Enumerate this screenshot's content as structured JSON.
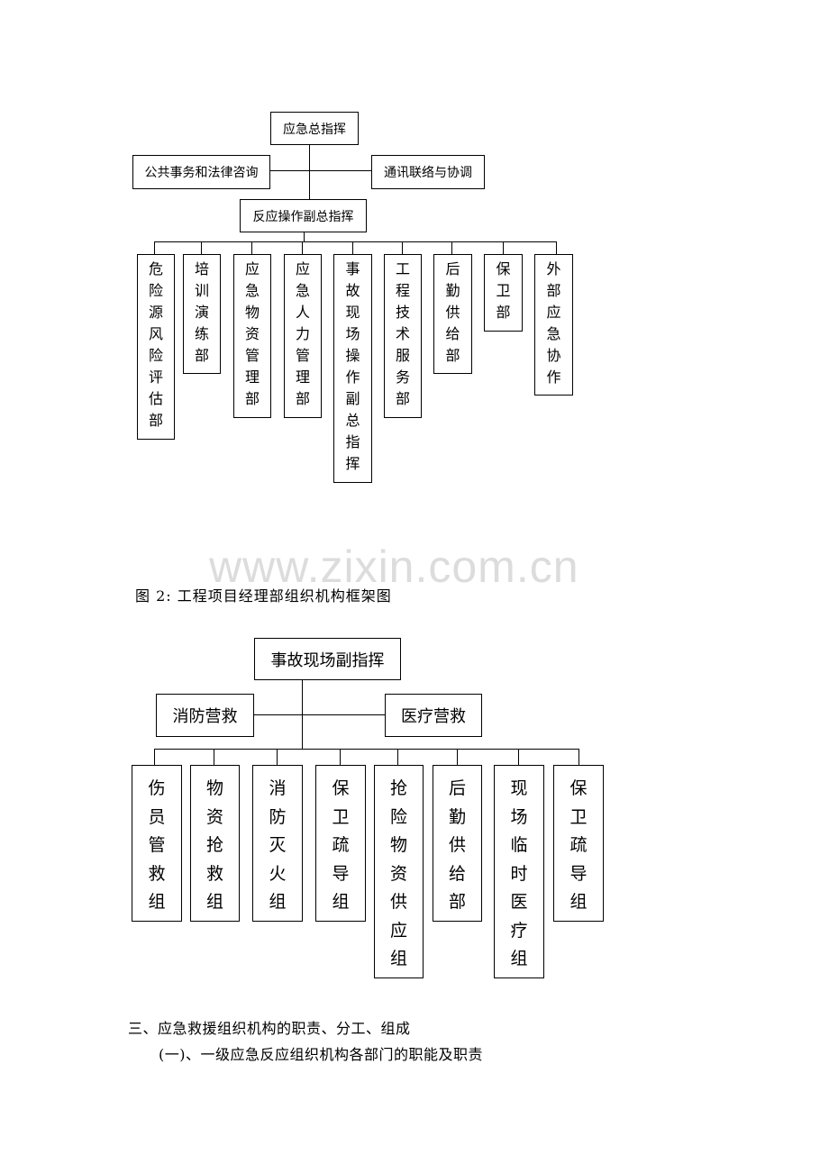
{
  "diagram1": {
    "top": "应急总指挥",
    "left_side": "公共事务和法律咨询",
    "right_side": "通讯联络与协调",
    "middle": "反应操作副总指挥",
    "departments": [
      "危险源风险评估部",
      "培训演练部",
      "应急物资管理部",
      "应急人力管理部",
      "事故现场操作副总指挥",
      "工程技术服务部",
      "后勤供给部",
      "保卫部",
      "外部应急协作"
    ]
  },
  "watermark": "www.zixin.com.cn",
  "caption": "图 2: 工程项目经理部组织机构框架图",
  "diagram2": {
    "top": "事故现场副指挥",
    "left_side": "消防营救",
    "right_side": "医疗营救",
    "groups": [
      "伤员管救组",
      "物资抢救组",
      "消防灭火组",
      "保卫疏导组",
      "抢险物资供应组",
      "后勤供给部",
      "现场临时医疗组",
      "保卫疏导组"
    ]
  },
  "section_heading": "三、应急救援组织机构的职责、分工、组成",
  "subsection_heading": "(一)、一级应急反应组织机构各部门的职能及职责"
}
